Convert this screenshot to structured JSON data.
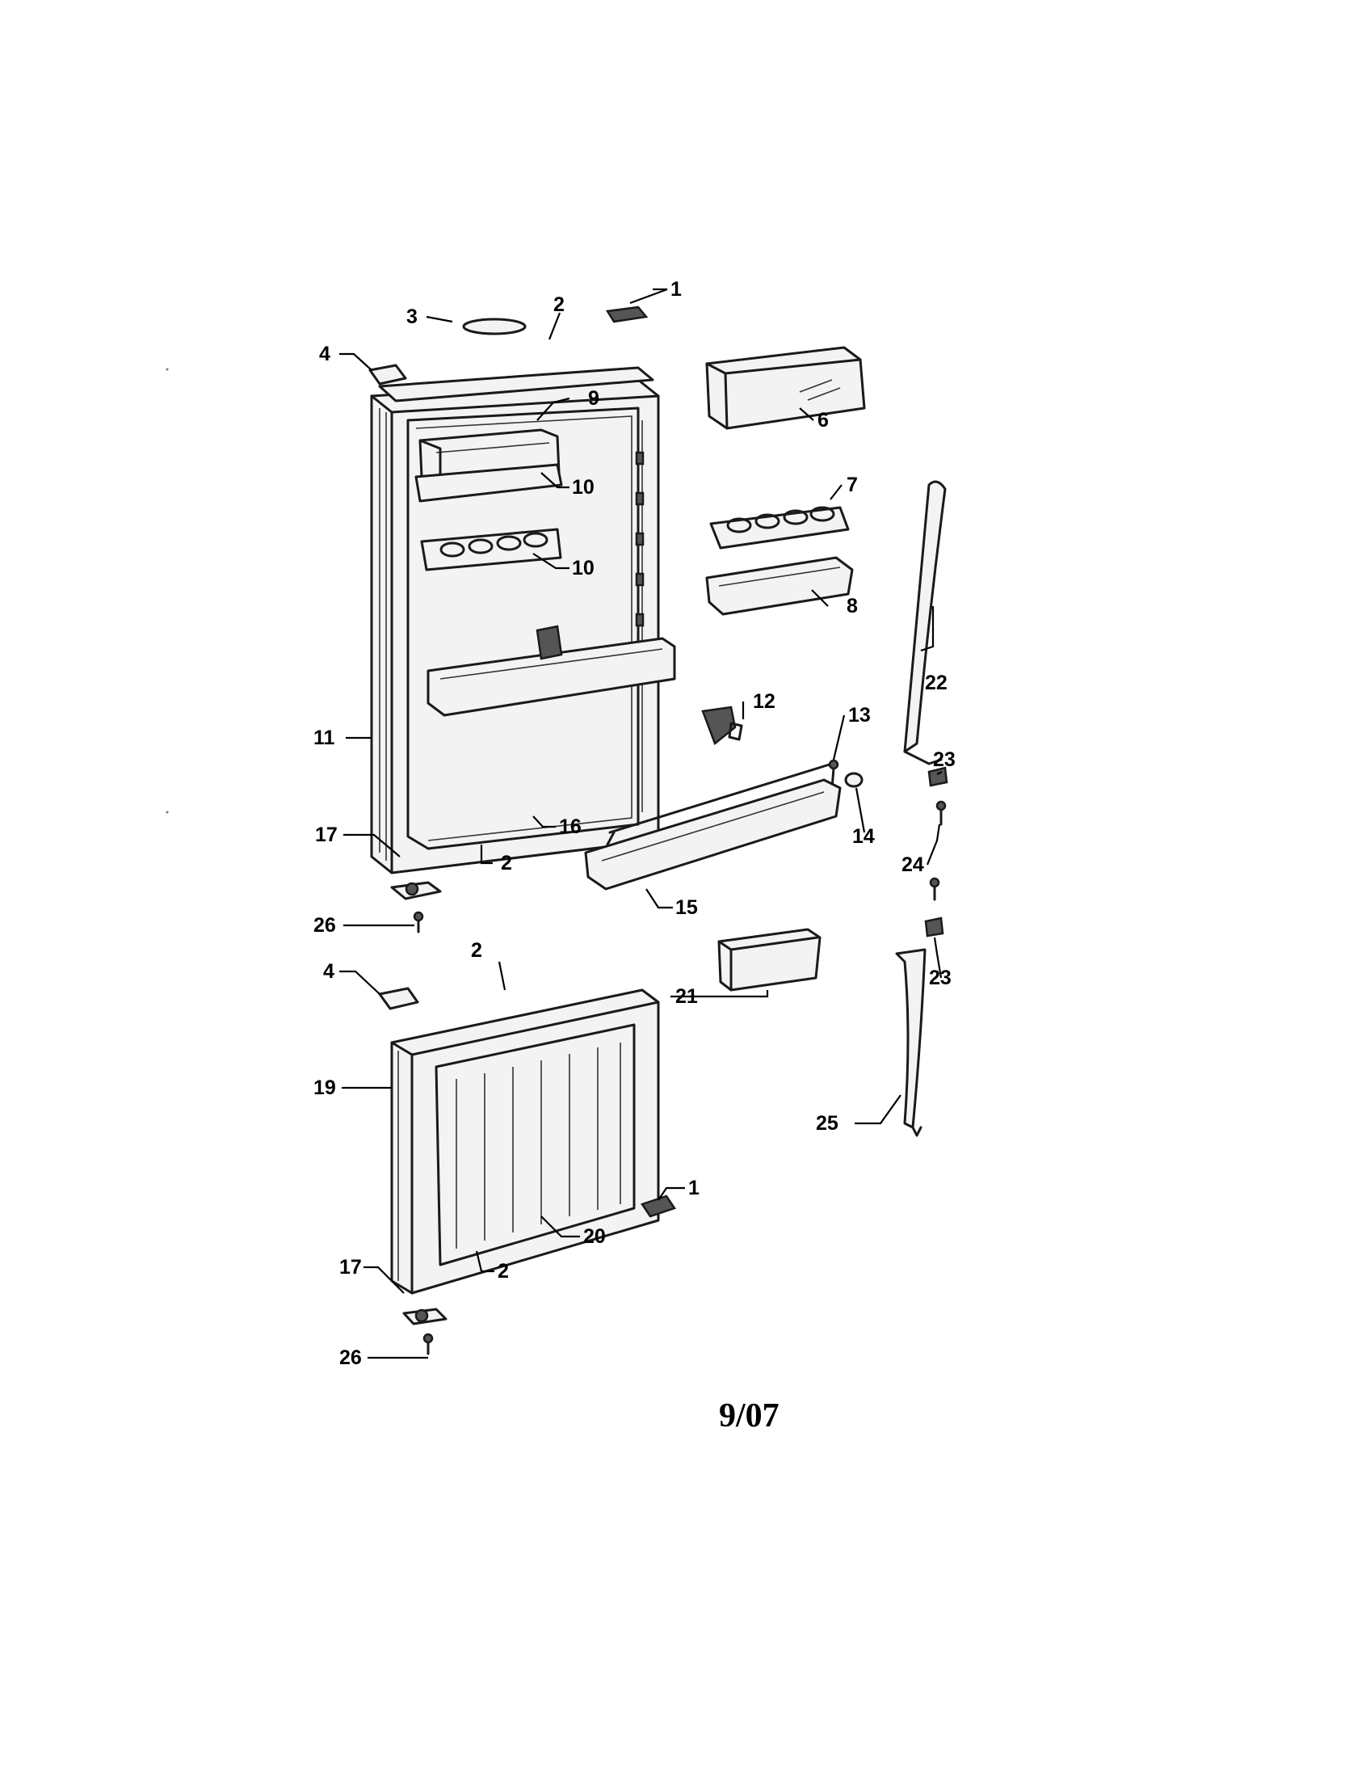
{
  "callouts": [
    {
      "id": "c1a",
      "text": "1"
    },
    {
      "id": "c2a",
      "text": "2"
    },
    {
      "id": "c3",
      "text": "3"
    },
    {
      "id": "c4a",
      "text": "4"
    },
    {
      "id": "c9",
      "text": "9"
    },
    {
      "id": "c6",
      "text": "6"
    },
    {
      "id": "c10a",
      "text": "10"
    },
    {
      "id": "c7",
      "text": "7"
    },
    {
      "id": "c10b",
      "text": "10"
    },
    {
      "id": "c8",
      "text": "8"
    },
    {
      "id": "c22",
      "text": "22"
    },
    {
      "id": "c12",
      "text": "12"
    },
    {
      "id": "c13",
      "text": "13"
    },
    {
      "id": "c11",
      "text": "11"
    },
    {
      "id": "c23a",
      "text": "23"
    },
    {
      "id": "c16",
      "text": "16"
    },
    {
      "id": "c14",
      "text": "14"
    },
    {
      "id": "c2b",
      "text": "2"
    },
    {
      "id": "c17a",
      "text": "17"
    },
    {
      "id": "c24",
      "text": "24"
    },
    {
      "id": "c15",
      "text": "15"
    },
    {
      "id": "c26a",
      "text": "26"
    },
    {
      "id": "c2c",
      "text": "2"
    },
    {
      "id": "c23b",
      "text": "23"
    },
    {
      "id": "c4b",
      "text": "4"
    },
    {
      "id": "c21",
      "text": "21"
    },
    {
      "id": "c19",
      "text": "19"
    },
    {
      "id": "c25",
      "text": "25"
    },
    {
      "id": "c1b",
      "text": "1"
    },
    {
      "id": "c20",
      "text": "20"
    },
    {
      "id": "c17b",
      "text": "17"
    },
    {
      "id": "c2d",
      "text": "2"
    },
    {
      "id": "c26b",
      "text": "26"
    }
  ],
  "footer": {
    "date_code": "9/07"
  }
}
